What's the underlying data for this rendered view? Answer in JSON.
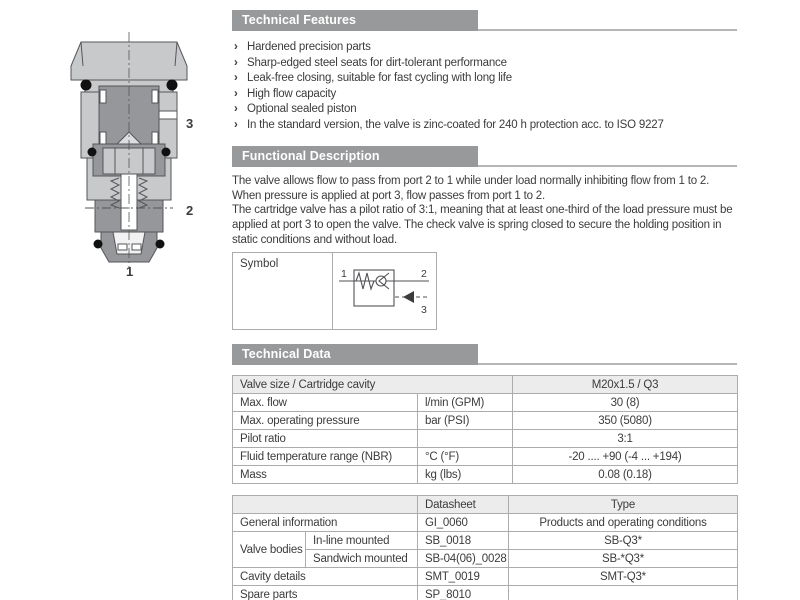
{
  "glyphs": {
    "bullet": "›"
  },
  "colors": {
    "section_bar": "#98999b",
    "section_bar_text": "#ffffff",
    "section_rule": "#b5b6b8",
    "table_border": "#aaacae",
    "table_header_bg": "#ececed",
    "body_text": "#3c3c3e",
    "drawing_light": "#c7c9cb",
    "drawing_dark": "#95979a",
    "oring_black": "#111111"
  },
  "technical_features": {
    "title": "Technical Features",
    "items": [
      "Hardened precision parts",
      "Sharp-edged steel seats for dirt-tolerant performance",
      "Leak-free closing, suitable for fast cycling with long life",
      "High flow capacity",
      "Optional sealed piston",
      "In the standard version, the valve is zinc-coated for 240 h protection acc. to ISO 9227"
    ]
  },
  "functional_description": {
    "title": "Functional Description",
    "para1": "The valve allows flow to pass from port 2 to 1 while under load normally inhibiting flow from 1 to 2. When pressure is applied at port 3, flow passes from port 1 to 2.",
    "para2": "The cartridge valve has a pilot ratio of 3:1, meaning that at least one-third of the load pressure must be applied at port 3 to open the valve. The check valve is spring closed to secure the holding position in static conditions and without load."
  },
  "symbol": {
    "label": "Symbol",
    "port1": "1",
    "port2": "2",
    "port3": "3"
  },
  "technical_data": {
    "title": "Technical Data",
    "header_label": "Valve size / Cartridge cavity",
    "header_value": "M20x1.5 / Q3",
    "rows": [
      {
        "label": "Max. flow",
        "unit": "l/min (GPM)",
        "value": "30 (8)"
      },
      {
        "label": "Max. operating pressure",
        "unit": "bar (PSI)",
        "value": "350 (5080)"
      },
      {
        "label": "Pilot ratio",
        "unit": "",
        "value": "3:1"
      },
      {
        "label": "Fluid temperature range (NBR)",
        "unit": "°C (°F)",
        "value": "-20 .... +90 (-4 ... +194)"
      },
      {
        "label": "Mass",
        "unit": "kg (lbs)",
        "value": "0.08 (0.18)"
      }
    ]
  },
  "references": {
    "col_datasheet": "Datasheet",
    "col_type": "Type",
    "general": {
      "label": "General information",
      "datasheet": "GI_0060",
      "type": "Products and operating conditions"
    },
    "valve_bodies": {
      "label": "Valve bodies",
      "inline": {
        "label": "In-line mounted",
        "datasheet": "SB_0018",
        "type": "SB-Q3*"
      },
      "sandwich": {
        "label": "Sandwich mounted",
        "datasheet": "SB-04(06)_0028",
        "type": "SB-*Q3*"
      }
    },
    "cavity": {
      "label": "Cavity details",
      "datasheet": "SMT_0019",
      "type": "SMT-Q3*"
    },
    "spare": {
      "label": "Spare parts",
      "datasheet": "SP_8010",
      "type": ""
    }
  },
  "drawing": {
    "port1": "1",
    "port2": "2",
    "port3": "3"
  }
}
